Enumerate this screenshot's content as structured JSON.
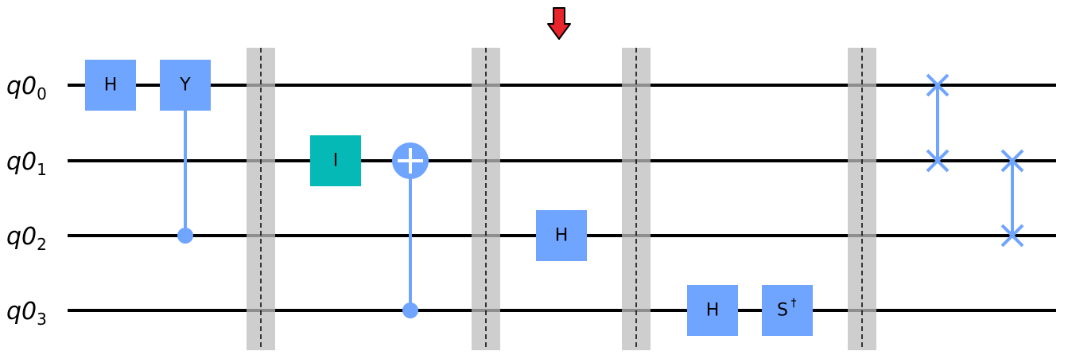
{
  "qubits": [
    {
      "base": "q0",
      "index": "0"
    },
    {
      "base": "q0",
      "index": "1"
    },
    {
      "base": "q0",
      "index": "2"
    },
    {
      "base": "q0",
      "index": "3"
    }
  ],
  "gates": {
    "h_q0": {
      "label": "H"
    },
    "y_q0": {
      "label": "Y"
    },
    "i_q1": {
      "label": "I"
    },
    "h_q2": {
      "label": "H"
    },
    "h_q3": {
      "label": "H"
    },
    "sdg_q3": {
      "label": "S",
      "sup": "†"
    }
  },
  "colors": {
    "gate_blue": "#6fa4ff",
    "identity_teal": "#05bab6",
    "barrier": "#bdbdbd",
    "marker_arrow": "#e8252a",
    "wire": "#000000"
  }
}
